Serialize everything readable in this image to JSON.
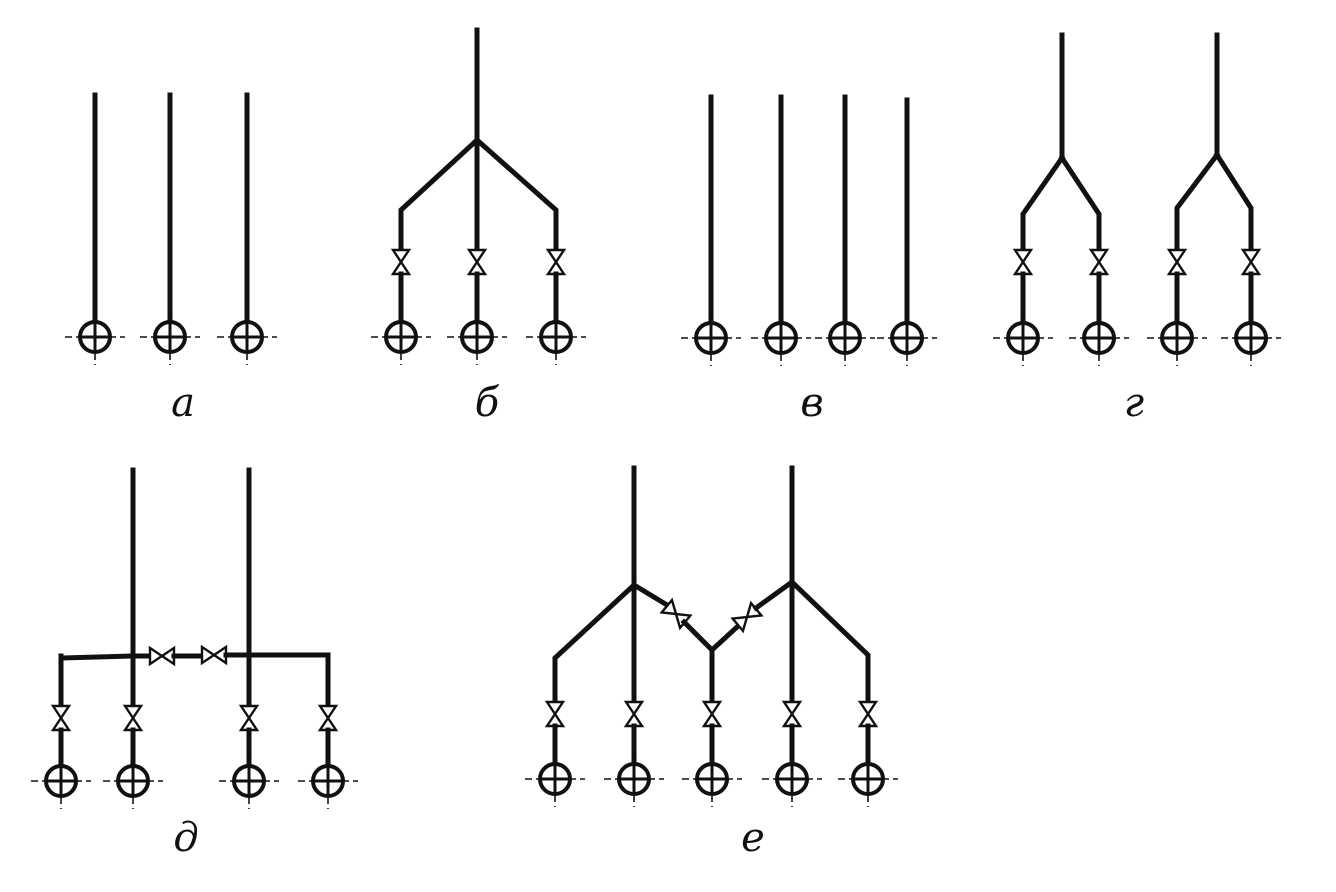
{
  "panels": [
    {
      "id": "a",
      "label": "а"
    },
    {
      "id": "b",
      "label": "б"
    },
    {
      "id": "v",
      "label": "в"
    },
    {
      "id": "g",
      "label": "г"
    },
    {
      "id": "d",
      "label": "д"
    },
    {
      "id": "e",
      "label": "е"
    }
  ],
  "colors": {
    "line": "#111111",
    "background": "#ffffff"
  }
}
